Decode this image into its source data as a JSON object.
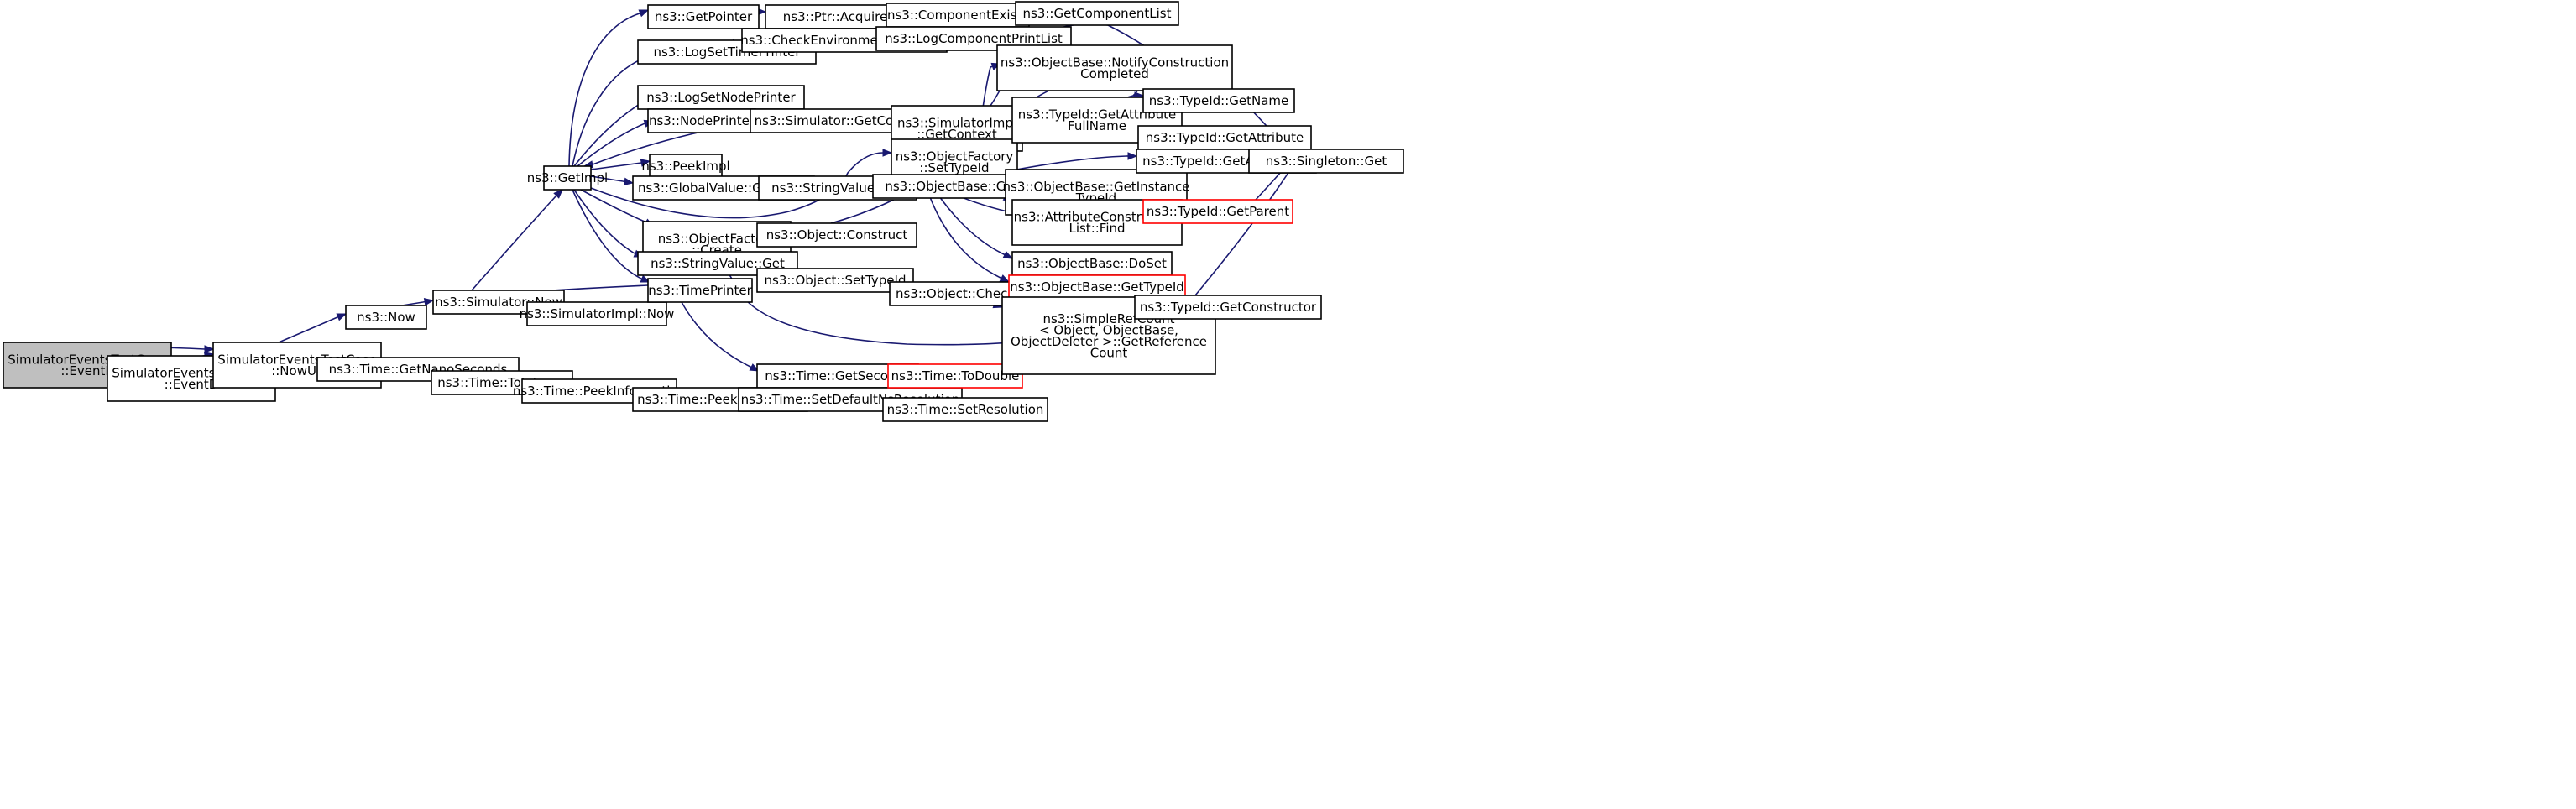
{
  "graph": {
    "colors": {
      "edge": "#191970",
      "root_fill": "#bfbfbf",
      "truncated_border": "#ff0000"
    },
    "nodes": [
      {
        "id": "eventB",
        "lines": [
          "SimulatorEventsTestCase",
          "::EventB"
        ],
        "root": true
      },
      {
        "id": "eventD",
        "lines": [
          "SimulatorEventsTestCase",
          "::EventD"
        ]
      },
      {
        "id": "nowUs",
        "lines": [
          "SimulatorEventsTestCase",
          "::NowUs"
        ]
      },
      {
        "id": "now",
        "lines": [
          "ns3::Now"
        ]
      },
      {
        "id": "getNano",
        "lines": [
          "ns3::Time::GetNanoSeconds"
        ]
      },
      {
        "id": "simNow",
        "lines": [
          "ns3::Simulator::Now"
        ]
      },
      {
        "id": "toInteger",
        "lines": [
          "ns3::Time::ToInteger"
        ]
      },
      {
        "id": "getImpl",
        "lines": [
          "ns3::GetImpl"
        ]
      },
      {
        "id": "simImplNow",
        "lines": [
          "ns3::SimulatorImpl::Now"
        ]
      },
      {
        "id": "peekInfo",
        "lines": [
          "ns3::Time::PeekInformation"
        ]
      },
      {
        "id": "getPointer",
        "lines": [
          "ns3::GetPointer"
        ]
      },
      {
        "id": "logSetTime",
        "lines": [
          "ns3::LogSetTimePrinter"
        ]
      },
      {
        "id": "logSetNode",
        "lines": [
          "ns3::LogSetNodePrinter"
        ]
      },
      {
        "id": "nodePrinter",
        "lines": [
          "ns3::NodePrinter"
        ]
      },
      {
        "id": "peekImpl",
        "lines": [
          "ns3::PeekImpl"
        ]
      },
      {
        "id": "gvGetValue",
        "lines": [
          "ns3::GlobalValue::GetValue"
        ]
      },
      {
        "id": "ofCreate",
        "lines": [
          "ns3::ObjectFactory",
          "::Create"
        ]
      },
      {
        "id": "svGet",
        "lines": [
          "ns3::StringValue::Get"
        ]
      },
      {
        "id": "timePrinter",
        "lines": [
          "ns3::TimePrinter"
        ]
      },
      {
        "id": "peekRes",
        "lines": [
          "ns3::Time::PeekResolution"
        ]
      },
      {
        "id": "ptrAcquire",
        "lines": [
          "ns3::Ptr::Acquire"
        ]
      },
      {
        "id": "checkEnv",
        "lines": [
          "ns3::CheckEnvironmentVariables"
        ]
      },
      {
        "id": "simGetCtx",
        "lines": [
          "ns3::Simulator::GetContext"
        ]
      },
      {
        "id": "svSet",
        "lines": [
          "ns3::StringValue::Set"
        ]
      },
      {
        "id": "objConstruct",
        "lines": [
          "ns3::Object::Construct"
        ]
      },
      {
        "id": "objSetTypeId",
        "lines": [
          "ns3::Object::SetTypeId"
        ]
      },
      {
        "id": "getSeconds",
        "lines": [
          "ns3::Time::GetSeconds"
        ]
      },
      {
        "id": "setDefRes",
        "lines": [
          "ns3::Time::SetDefaultNsResolution"
        ]
      },
      {
        "id": "compExists",
        "lines": [
          "ns3::ComponentExists"
        ]
      },
      {
        "id": "logCompPrint",
        "lines": [
          "ns3::LogComponentPrintList"
        ]
      },
      {
        "id": "simImplGetCtx",
        "lines": [
          "ns3::SimulatorImpl",
          "::GetContext"
        ]
      },
      {
        "id": "ofSetTypeId",
        "lines": [
          "ns3::ObjectFactory",
          "::SetTypeId"
        ]
      },
      {
        "id": "obConstructSelf",
        "lines": [
          "ns3::ObjectBase::ConstructSelf"
        ]
      },
      {
        "id": "objCheck",
        "lines": [
          "ns3::Object::Check"
        ]
      },
      {
        "id": "toDouble",
        "lines": [
          "ns3::Time::ToDouble"
        ],
        "truncated": true
      },
      {
        "id": "setRes",
        "lines": [
          "ns3::Time::SetResolution"
        ]
      },
      {
        "id": "getCompList",
        "lines": [
          "ns3::GetComponentList"
        ]
      },
      {
        "id": "obNotify",
        "lines": [
          "ns3::ObjectBase::NotifyConstruction",
          "Completed"
        ]
      },
      {
        "id": "tidGetAttrFull",
        "lines": [
          "ns3::TypeId::GetAttribute",
          "FullName"
        ]
      },
      {
        "id": "obGetInstTid",
        "lines": [
          "ns3::ObjectBase::GetInstance",
          "TypeId"
        ]
      },
      {
        "id": "acListFind",
        "lines": [
          "ns3::AttributeConstruction",
          "List::Find"
        ]
      },
      {
        "id": "obDoSet",
        "lines": [
          "ns3::ObjectBase::DoSet"
        ]
      },
      {
        "id": "obGetTypeId",
        "lines": [
          "ns3::ObjectBase::GetTypeId"
        ],
        "truncated": true
      },
      {
        "id": "simpleRef",
        "lines": [
          "ns3::SimpleRefCount",
          "< Object, ObjectBase,",
          "ObjectDeleter >::GetReference",
          "Count"
        ]
      },
      {
        "id": "tidGetName",
        "lines": [
          "ns3::TypeId::GetName"
        ]
      },
      {
        "id": "tidGetAttr",
        "lines": [
          "ns3::TypeId::GetAttribute"
        ]
      },
      {
        "id": "tidGetAttrN",
        "lines": [
          "ns3::TypeId::GetAttributeN"
        ]
      },
      {
        "id": "tidGetParent",
        "lines": [
          "ns3::TypeId::GetParent"
        ],
        "truncated": true
      },
      {
        "id": "tidGetCtor",
        "lines": [
          "ns3::TypeId::GetConstructor"
        ]
      },
      {
        "id": "singletonGet",
        "lines": [
          "ns3::Singleton::Get"
        ]
      }
    ]
  }
}
